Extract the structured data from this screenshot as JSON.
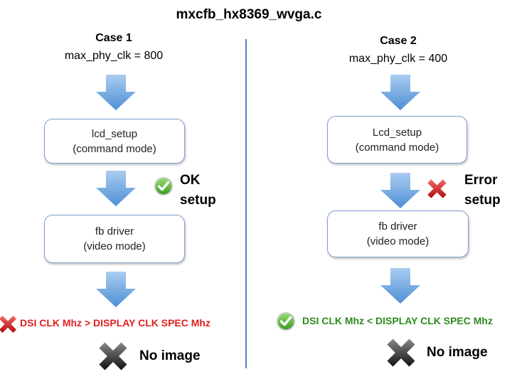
{
  "title": "mxcfb_hx8369_wvga.c",
  "case1": {
    "heading": "Case 1",
    "param": "max_phy_clk = 800",
    "box1": {
      "line1": "lcd_setup",
      "line2": "(command mode)"
    },
    "status": {
      "icon": "green-check-icon",
      "line1": "OK",
      "line2": "setup"
    },
    "box2": {
      "line1": "fb driver",
      "line2": "(video mode)"
    },
    "result": {
      "icon": "red-x-icon",
      "text": "DSI CLK Mhz > DISPLAY CLK SPEC Mhz",
      "color": "#e02020"
    },
    "outcome": {
      "icon": "black-x-icon",
      "text": "No image"
    }
  },
  "case2": {
    "heading": "Case 2",
    "param": "max_phy_clk = 400",
    "box1": {
      "line1": "Lcd_setup",
      "line2": "(command mode)"
    },
    "status": {
      "icon": "red-x-icon",
      "line1": "Error",
      "line2": "setup"
    },
    "box2": {
      "line1": "fb driver",
      "line2": "(video mode)"
    },
    "result": {
      "icon": "green-check-icon",
      "text": "DSI CLK Mhz < DISPLAY CLK SPEC Mhz",
      "color": "#2e8b1e"
    },
    "outcome": {
      "icon": "black-x-icon",
      "text": "No image"
    }
  },
  "colors": {
    "arrow": "#5b9bd5",
    "divider": "#5b7fb8",
    "box_border": "#7f9fcf"
  }
}
